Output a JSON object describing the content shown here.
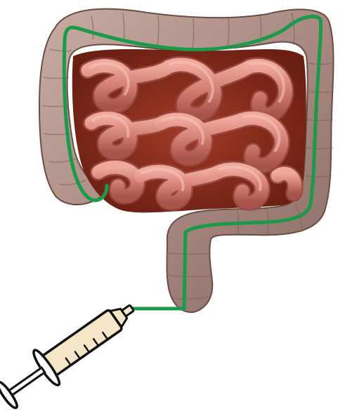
{
  "scene": {
    "subjects": [
      "large-intestine",
      "small-intestine",
      "rectum",
      "syringe",
      "green-tube-path"
    ],
    "colors": {
      "background": "#ffffff",
      "colon_outer": "#9a7f78",
      "colon_mid": "#b59890",
      "colon_light": "#cdb3aa",
      "colon_shadow": "#6b4d45",
      "cavity": "#8a2a18",
      "small_intestine": "#d6847a",
      "small_intestine_light": "#efa69a",
      "small_intestine_dark": "#9a4a43",
      "tube": "#1a9a4a",
      "syringe_barrel": "#f5e6c8",
      "syringe_outline": "#111111"
    }
  }
}
